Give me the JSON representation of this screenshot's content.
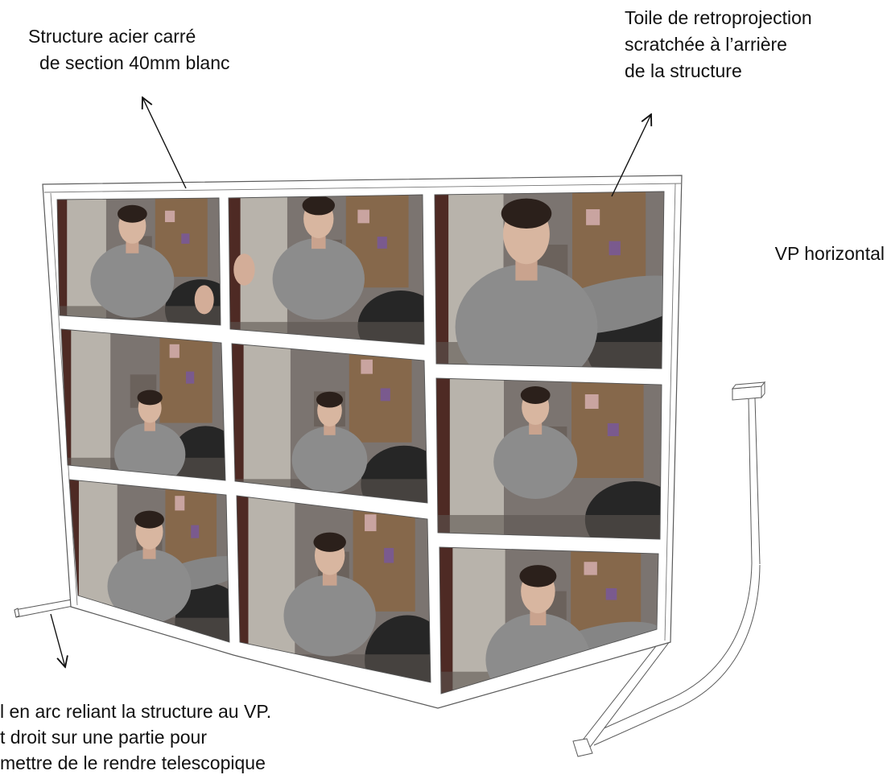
{
  "annotations": {
    "structure": {
      "line1": "Structure acier carré",
      "line2": "de section 40mm blanc"
    },
    "toile": {
      "line1": "Toile de retroprojection",
      "line2": "scratchée à l’arrière",
      "line3": "de la structure"
    },
    "vp": {
      "line1": "VP horizontal"
    },
    "rail": {
      "line1": "l en arc reliant la structure au VP.",
      "line2": "t droit sur une partie pour",
      "line3": "mettre de le rendre telescopique"
    }
  },
  "colors": {
    "text": "#111111",
    "frame_stroke": "#5a5a5a",
    "frame_fill": "#ffffff",
    "arrow": "#111111"
  }
}
